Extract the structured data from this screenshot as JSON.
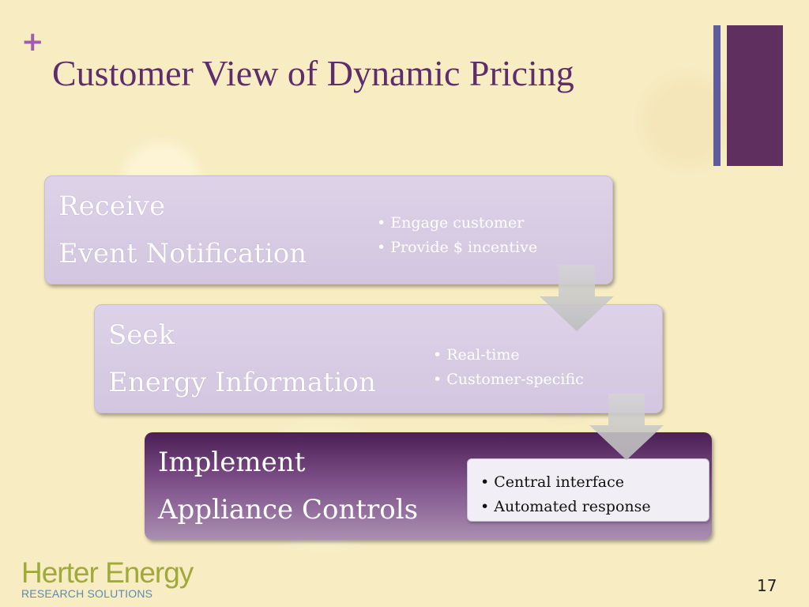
{
  "slide": {
    "title": "Customer View of Dynamic Pricing",
    "page_number": "17"
  },
  "steps": [
    {
      "line1": "Receive",
      "line2": "Event Notification",
      "bullets": [
        "Engage customer",
        "Provide $ incentive"
      ]
    },
    {
      "line1": "Seek",
      "line2": "Energy Information",
      "bullets": [
        "Real-time",
        "Customer-specific"
      ]
    },
    {
      "line1": "Implement",
      "line2": "Appliance Controls",
      "bullets": [
        "Central interface",
        "Automated response"
      ]
    }
  ],
  "logo": {
    "main": "Herter Energy",
    "sub": "RESEARCH SOLUTIONS"
  },
  "colors": {
    "title": "#5e2e6c",
    "accent_plus": "#a25bb0",
    "bar_thin": "#5e5c9e",
    "bar_thick": "#5f2f5f",
    "step_light": "#d9cde5",
    "step_dark": "#4a1f55"
  },
  "icons": [
    "plus-icon",
    "down-arrow-icon"
  ]
}
